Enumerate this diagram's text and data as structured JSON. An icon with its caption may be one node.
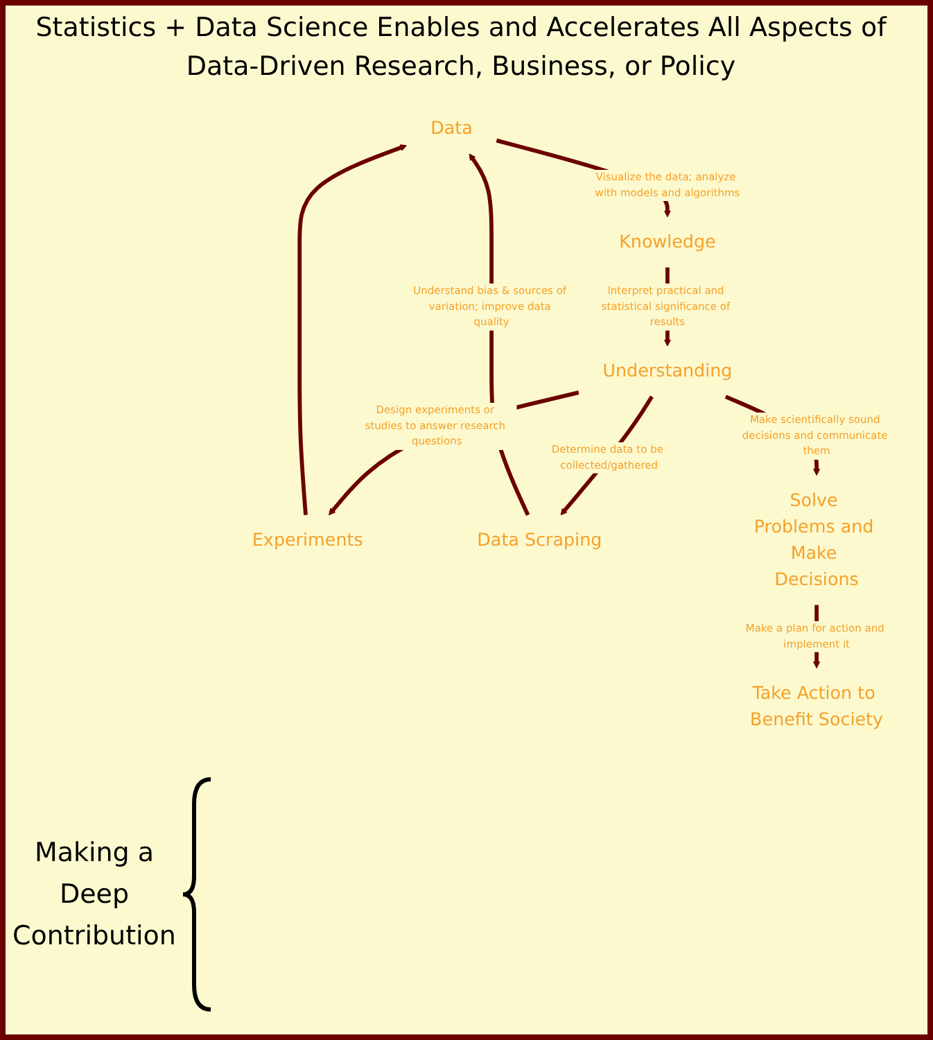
{
  "diagram": {
    "title": "Statistics + Data Science Enables and Accelerates All Aspects of Data-Driven Research, Business, or Policy",
    "nodes": [
      {
        "text": [
          "Data"
        ]
      },
      {
        "text": [
          "Knowledge"
        ]
      },
      {
        "text": [
          "Understanding"
        ]
      },
      {
        "text": [
          "Experiments"
        ]
      },
      {
        "text": [
          "Data Scraping"
        ]
      },
      {
        "text": [
          "Solve Problems and Make Decisions"
        ]
      },
      {
        "text": [
          "Take Action to Benefit Society"
        ]
      }
    ],
    "edges": [
      {
        "from": 0,
        "to": 1,
        "arrow": "to",
        "label": "Visualize the data; analyze with models and algorithms"
      },
      {
        "from": 1,
        "to": 2,
        "arrow": "to",
        "label": "Interpret practical and statistical significance of results"
      },
      {
        "from": 2,
        "to": 3,
        "arrow": "to",
        "label": "Design experiments or studies to answer research questions"
      },
      {
        "from": 2,
        "to": 4,
        "arrow": "to",
        "label": "Determine data to be collected/gathered"
      },
      {
        "from": 3,
        "to": 0,
        "arrow": "to"
      },
      {
        "from": 4,
        "to": 0,
        "arrow": "to",
        "label": "Understand bias & sources of variation; improve data quality"
      },
      {
        "from": 2,
        "to": 5,
        "arrow": "to",
        "label": "Make scientifically sound decisions and communicate them"
      },
      {
        "from": 5,
        "to": 6,
        "arrow": "to",
        "label": "Make a plan for action and implement it"
      }
    ],
    "labels": [
      "Making a Deep Contribution"
    ]
  }
}
